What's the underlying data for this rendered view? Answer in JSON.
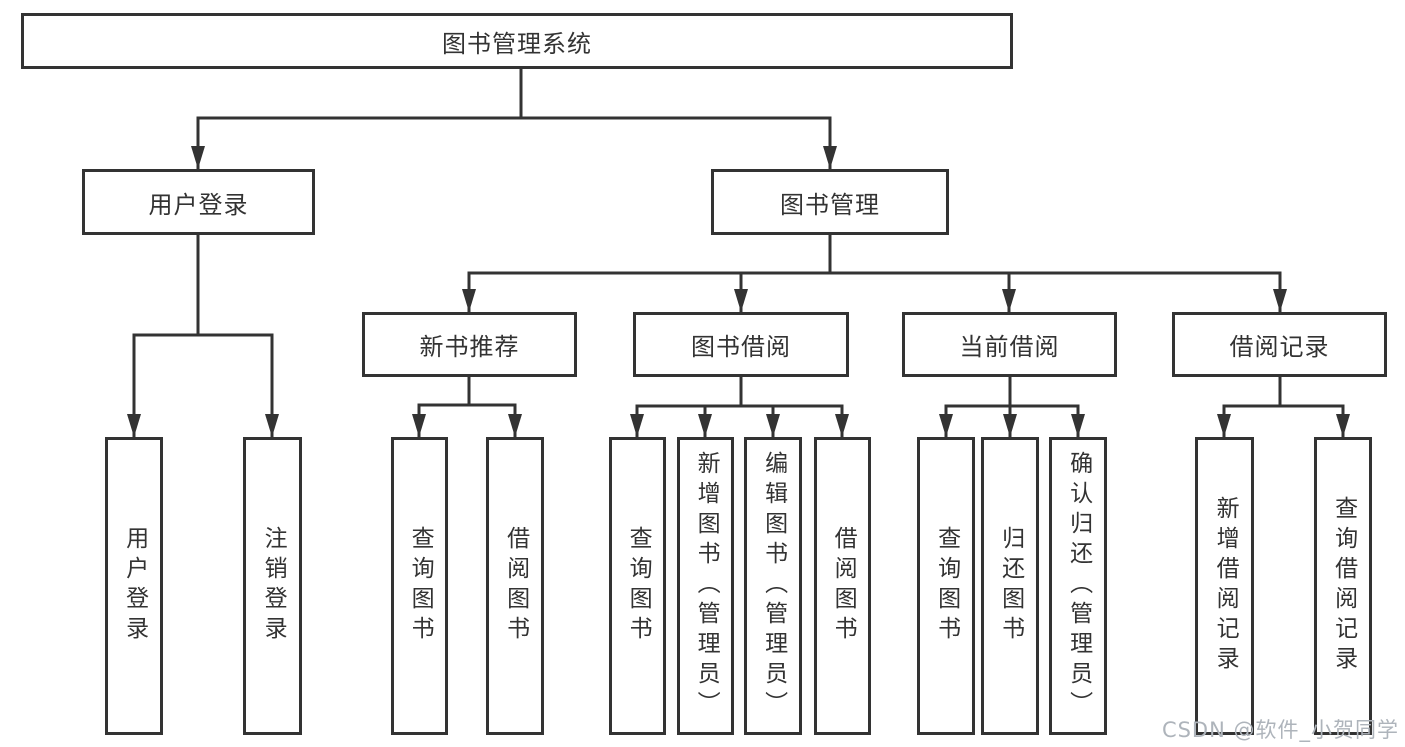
{
  "tree": {
    "root": {
      "label": "图书管理系统",
      "children": [
        {
          "label": "用户登录",
          "children": [
            {
              "label": "用户登录"
            },
            {
              "label": "注销登录"
            }
          ]
        },
        {
          "label": "图书管理",
          "children": [
            {
              "label": "新书推荐",
              "children": [
                {
                  "label": "查询图书"
                },
                {
                  "label": "借阅图书"
                }
              ]
            },
            {
              "label": "图书借阅",
              "children": [
                {
                  "label": "查询图书"
                },
                {
                  "label": "新增图书（管理员）"
                },
                {
                  "label": "编辑图书（管理员）"
                },
                {
                  "label": "借阅图书"
                }
              ]
            },
            {
              "label": "当前借阅",
              "children": [
                {
                  "label": "查询图书"
                },
                {
                  "label": "归还图书"
                },
                {
                  "label": "确认归还（管理员）"
                }
              ]
            },
            {
              "label": "借阅记录",
              "children": [
                {
                  "label": "新增借阅记录"
                },
                {
                  "label": "查询借阅记录"
                }
              ]
            }
          ]
        }
      ]
    }
  },
  "watermark": {
    "text": "CSDN @软件_小贺同学"
  },
  "colors": {
    "background": "#ffffff",
    "line": "#333333",
    "box_border": "#333333",
    "box_fill": "#ffffff",
    "text": "#333333",
    "watermark": "#aeb4bb"
  }
}
